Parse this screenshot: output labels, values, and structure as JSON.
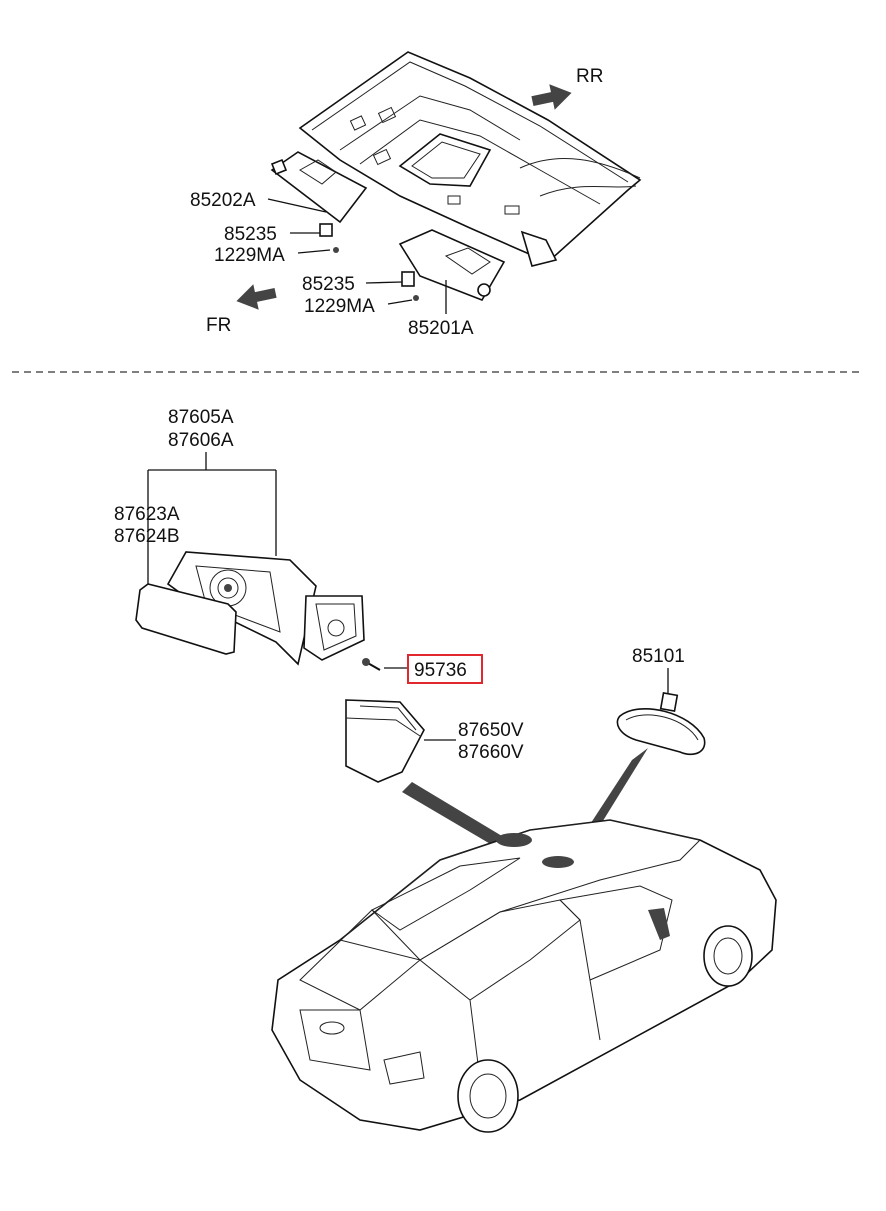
{
  "top_section": {
    "direction_rear": "RR",
    "direction_front": "FR",
    "labels": {
      "sunvisor_lh": "85202A",
      "retainer_lh": "85235",
      "screw_lh": "1229MA",
      "retainer_rh": "85235",
      "screw_rh": "1229MA",
      "sunvisor_rh": "85201A"
    }
  },
  "bottom_section": {
    "labels": {
      "mirror_assy_1": "87605A",
      "mirror_assy_2": "87606A",
      "mirror_glass_1": "87623A",
      "mirror_glass_2": "87624B",
      "highlighted_part": "95736",
      "cover_1": "87650V",
      "cover_2": "87660V",
      "inside_mirror": "85101"
    },
    "highlight_color": "#e0282e"
  },
  "icons": [
    "arrow-rr-icon",
    "arrow-fr-icon",
    "screw-icon",
    "car-icon",
    "mirror-icon"
  ]
}
